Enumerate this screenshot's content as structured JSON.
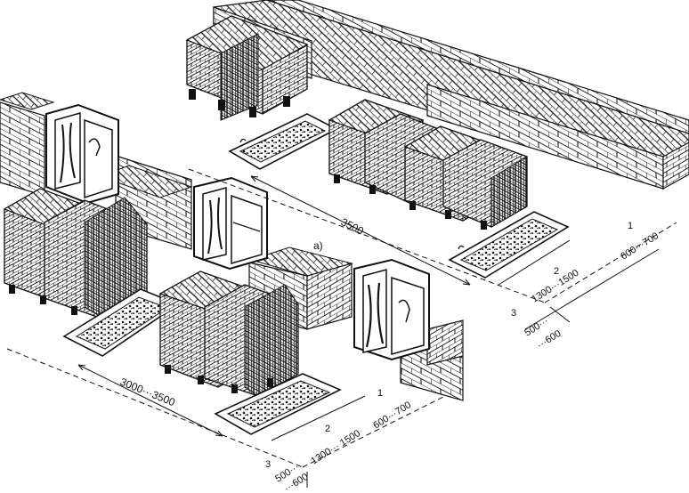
{
  "upper_scene": {
    "length_label": "3500",
    "subfigure_label": "a)",
    "zones": [
      {
        "number": "1",
        "width": "600···700"
      },
      {
        "number": "2",
        "width": "1300···1500"
      },
      {
        "number": "3",
        "width_a": "500···",
        "width_b": "···600"
      }
    ]
  },
  "lower_scene": {
    "length_label": "3000···3500",
    "zones": [
      {
        "number": "1",
        "width": "600···700"
      },
      {
        "number": "2",
        "width": "1300··· 1500"
      },
      {
        "number": "3",
        "width_a": "500···",
        "width_b": "···600"
      }
    ]
  },
  "colors": {
    "ink": "#111111",
    "paper": "#ffffff"
  }
}
